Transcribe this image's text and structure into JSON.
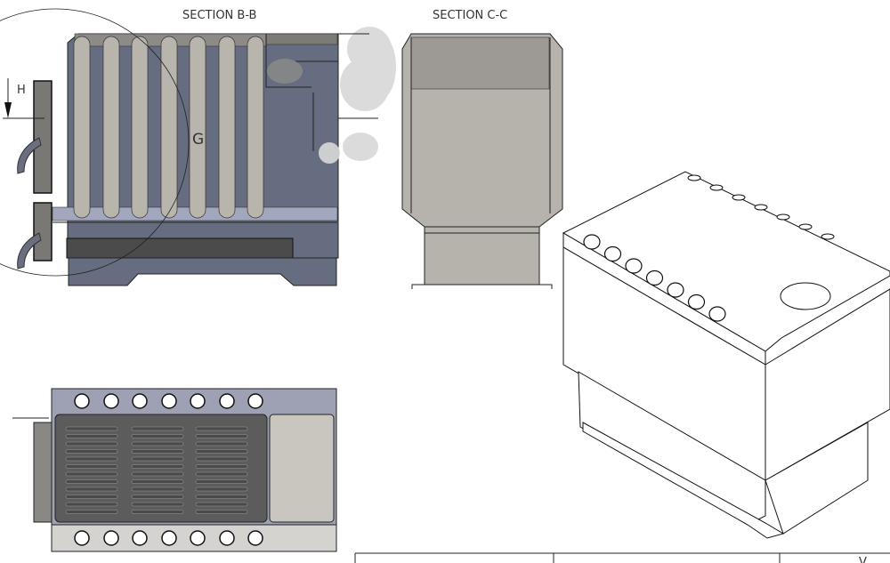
{
  "labels": {
    "section_b": "SECTION B-B",
    "section_c": "SECTION C-C",
    "view_h": "H",
    "detail_g": "G"
  },
  "title_block": {
    "rev_char": "V"
  },
  "colors": {
    "body": "#676d80",
    "tube": "#b8b5ad",
    "band": "#a2a7bd",
    "dark": "#4b4b4b",
    "panel_c": "#b6b3ad"
  }
}
